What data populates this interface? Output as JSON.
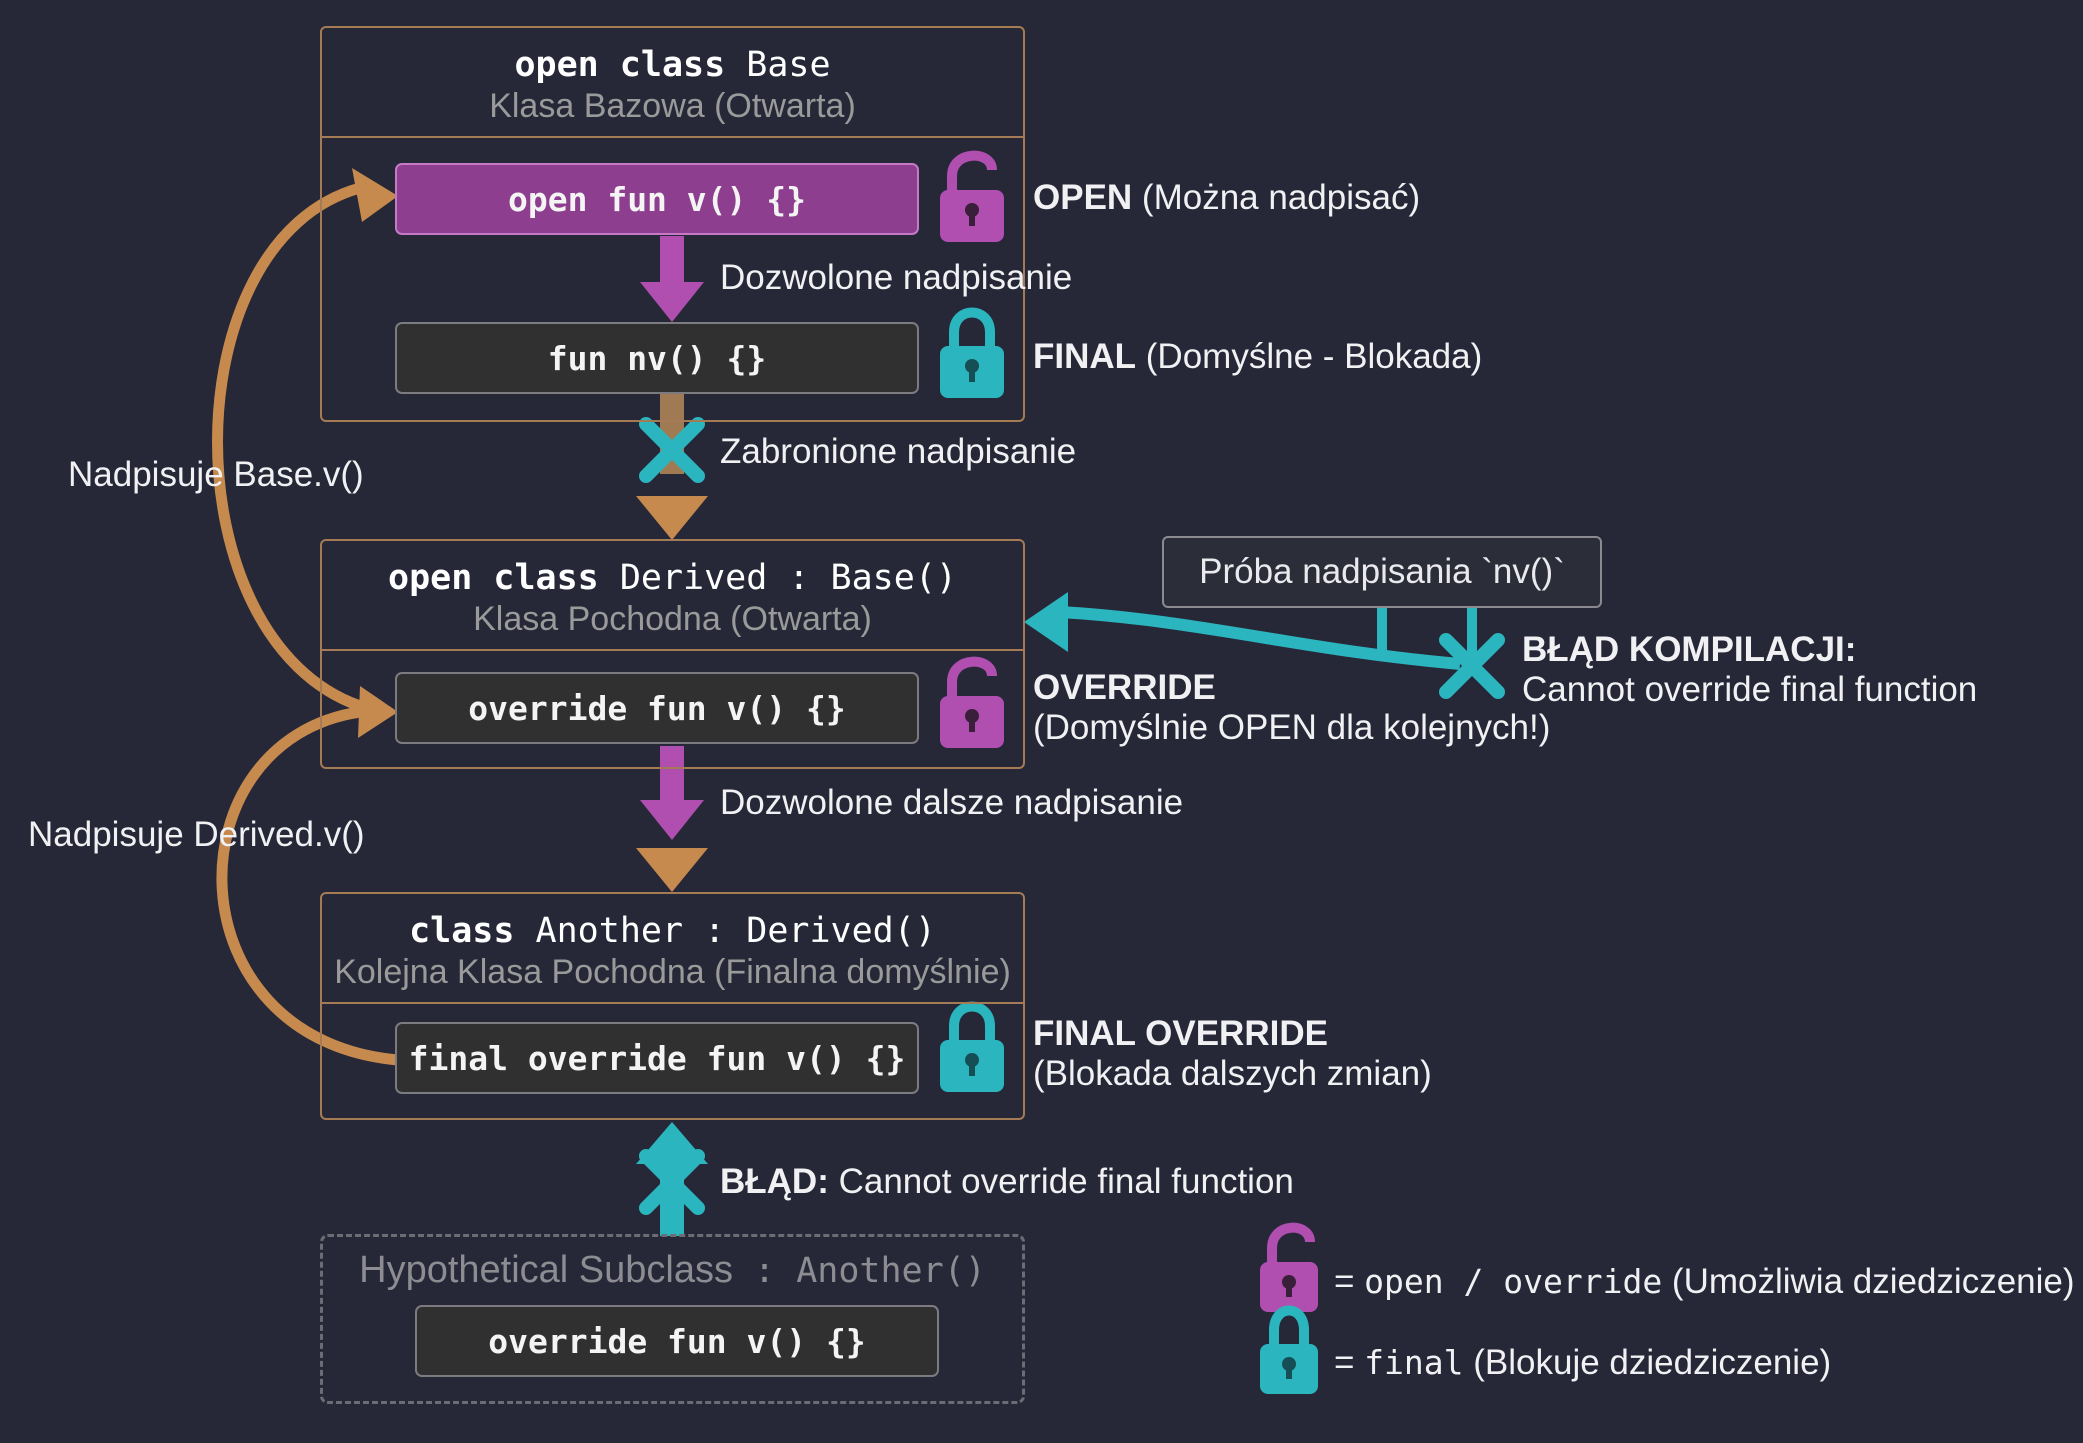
{
  "colors": {
    "background": "#262837",
    "open": "#b04fb0",
    "final": "#2bb5bf",
    "arrow_brown": "#c68a4e",
    "box_border": "#a57b56"
  },
  "base": {
    "title_kw": "open class",
    "title_name": "Base",
    "subtitle": "Klasa Bazowa (Otwarta)",
    "fun_open": "open fun v() {}",
    "fun_final": "fun nv() {}"
  },
  "derived": {
    "title_kw": "open class",
    "title_name": "Derived : Base()",
    "subtitle": "Klasa Pochodna (Otwarta)",
    "fun": "override fun v() {}"
  },
  "another": {
    "title_kw": "class",
    "title_name": "Another : Derived()",
    "subtitle": "Kolejna Klasa Pochodna (Finalna domyślnie)",
    "fun": "final override fun v() {}"
  },
  "hypothetical": {
    "title_a": "Hypothetical Subclass",
    "title_b": " : Another()",
    "fun": "override fun v() {}"
  },
  "labels": {
    "open_strong": "OPEN",
    "open_rest": " (Można nadpisać)",
    "final_strong": "FINAL",
    "final_rest": " (Domyślne - Blokada)",
    "allowed": "Dozwolone nadpisanie",
    "forbidden": "Zabronione nadpisanie",
    "overrides_base": "Nadpisuje Base.v()",
    "overrides_derived": "Nadpisuje Derived.v()",
    "override_strong": "OVERRIDE",
    "override_rest": "(Domyślnie OPEN dla kolejnych!)",
    "allowed_further": "Dozwolone dalsze nadpisanie",
    "final_override_strong": "FINAL OVERRIDE",
    "final_override_rest": "(Blokada dalszych zmian)",
    "error_strong": "BŁĄD:",
    "error_rest": " Cannot override final function",
    "attempt_text": "Próba nadpisania `nv()`",
    "compile_error_strong": "BŁĄD KOMPILACJI:",
    "compile_error_rest": "Cannot override final function"
  },
  "legend": {
    "open_eq": "= ",
    "open_code": "open / override",
    "open_desc": " (Umożliwia dziedziczenie)",
    "final_eq": "= ",
    "final_code": "final",
    "final_desc": " (Blokuje dziedziczenie)"
  }
}
